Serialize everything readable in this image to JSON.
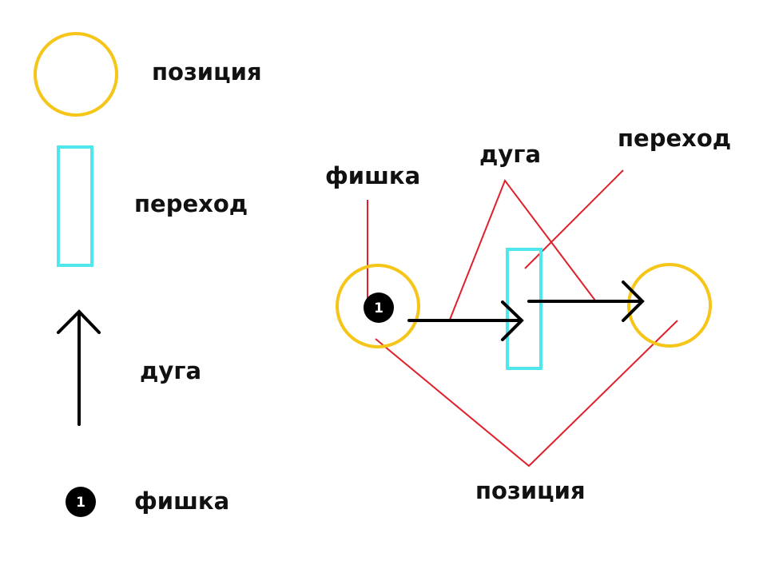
{
  "colors": {
    "place": "#f5c518",
    "transition": "#4fe6ec",
    "arc": "#000000",
    "token": "#000000",
    "pointer": "#e0202a"
  },
  "legend": {
    "place_label": "позиция",
    "transition_label": "переход",
    "arc_label": "дуга",
    "token_label": "фишка",
    "token_number": "1"
  },
  "diagram": {
    "token_label": "фишка",
    "arc_label": "дуга",
    "transition_label": "переход",
    "place_label": "позиция",
    "token_number": "1"
  }
}
